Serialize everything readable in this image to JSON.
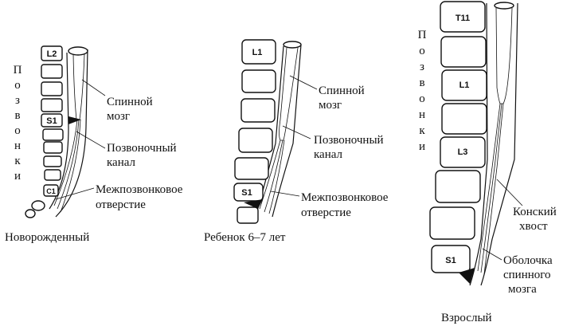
{
  "panels": {
    "newborn": {
      "caption": "Новорожденный",
      "vertebrae_word": "Позвонки",
      "vertebra_labels": [
        "L2",
        "S1",
        "C1"
      ],
      "labels": {
        "spinal_cord": [
          "Спинной",
          "мозг"
        ],
        "spinal_canal": [
          "Позвоночный",
          "канал"
        ],
        "foramen": [
          "Межпозвонковое",
          "отверстие"
        ]
      }
    },
    "child": {
      "caption": "Ребенок 6–7 лет",
      "vertebra_labels": [
        "L1",
        "S1"
      ],
      "labels": {
        "spinal_cord": [
          "Спинной",
          "мозг"
        ],
        "spinal_canal": [
          "Позвоночный",
          "канал"
        ],
        "foramen": [
          "Межпозвонковое",
          "отверстие"
        ]
      }
    },
    "adult": {
      "caption": "Взрослый",
      "vertebrae_word": "Позвонки",
      "vertebra_labels": [
        "T11",
        "L1",
        "L3",
        "S1"
      ],
      "labels": {
        "cauda_equina": [
          "Конский",
          "хвост"
        ],
        "dura_sheath": [
          "Оболочка",
          "спинного",
          "мозга"
        ]
      }
    }
  }
}
